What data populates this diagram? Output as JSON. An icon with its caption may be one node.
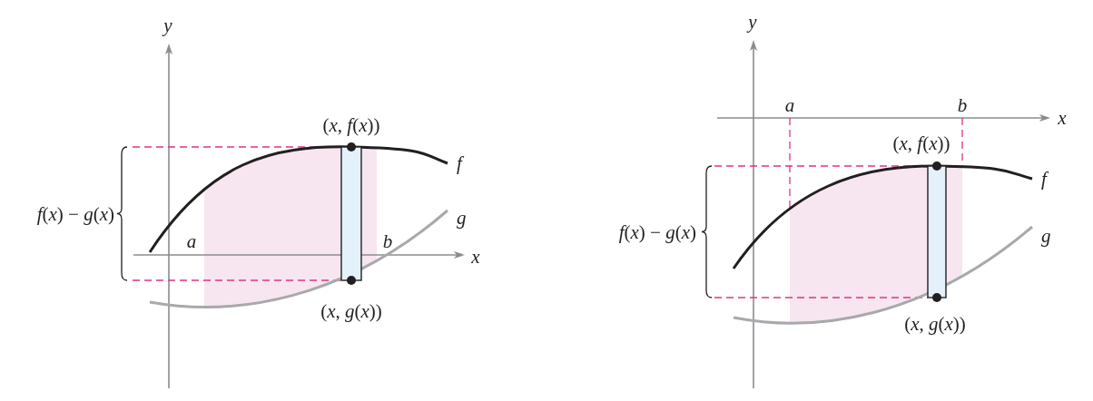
{
  "diagram": {
    "labels": [
      "y",
      "(*x*, *f*(*x*))",
      "*f*(*x*) − *g*(*x*)",
      "f",
      "g",
      "a",
      "b",
      "x",
      "(*x*, *g*(*x*))",
      "y",
      "a",
      "b",
      "x",
      "(*x*, *f*(*x*))",
      "f",
      "*f*(*x*) − *g*(*x*)",
      "g",
      "(*x*, *g*(*x*))"
    ]
  }
}
